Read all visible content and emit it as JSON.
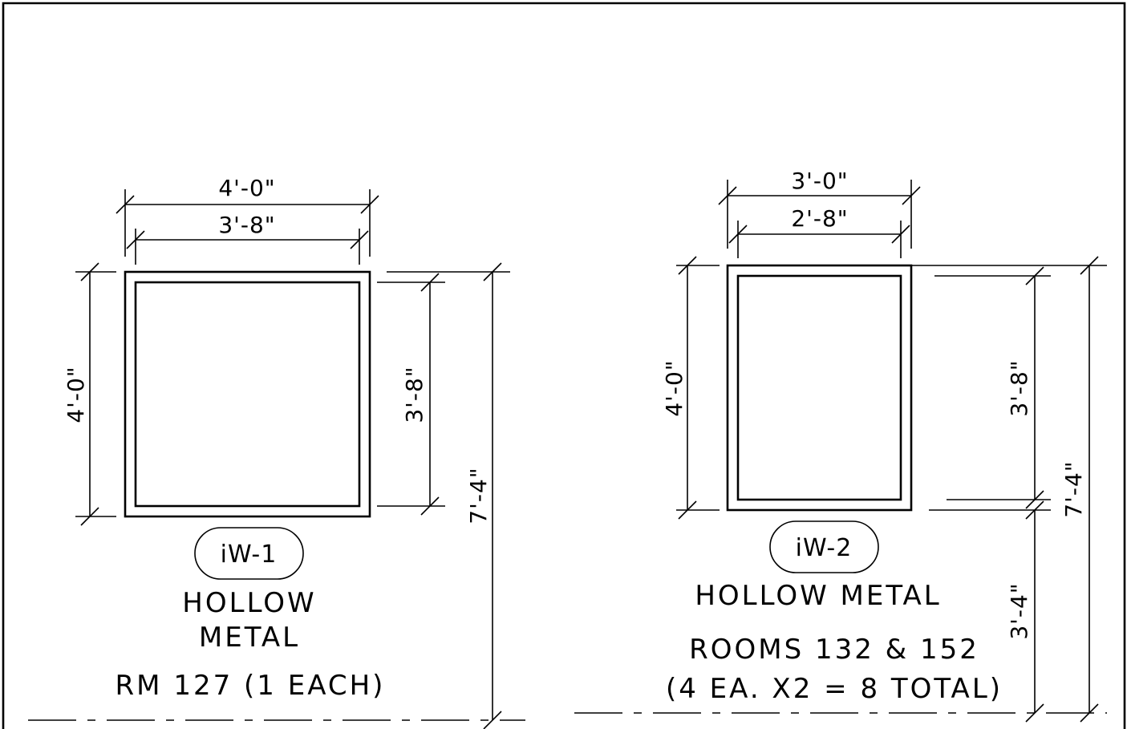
{
  "window_1": {
    "outer_width": "4'-0\"",
    "inner_width": "3'-8\"",
    "outer_height": "4'-0\"",
    "inner_height": "3'-8\"",
    "overall_height": "7'-4\"",
    "tag": "iW-1",
    "material_line1": "HOLLOW",
    "material_line2": "METAL",
    "location": "RM 127 (1 EACH)"
  },
  "window_2": {
    "outer_width": "3'-0\"",
    "inner_width": "2'-8\"",
    "outer_height": "4'-0\"",
    "inner_height": "3'-8\"",
    "sill_height": "3'-4\"",
    "overall_height": "7'-4\"",
    "tag": "iW-2",
    "material": "HOLLOW METAL",
    "location_line1": "ROOMS 132 & 152",
    "location_line2": "(4 EA. X2 = 8 TOTAL)"
  }
}
